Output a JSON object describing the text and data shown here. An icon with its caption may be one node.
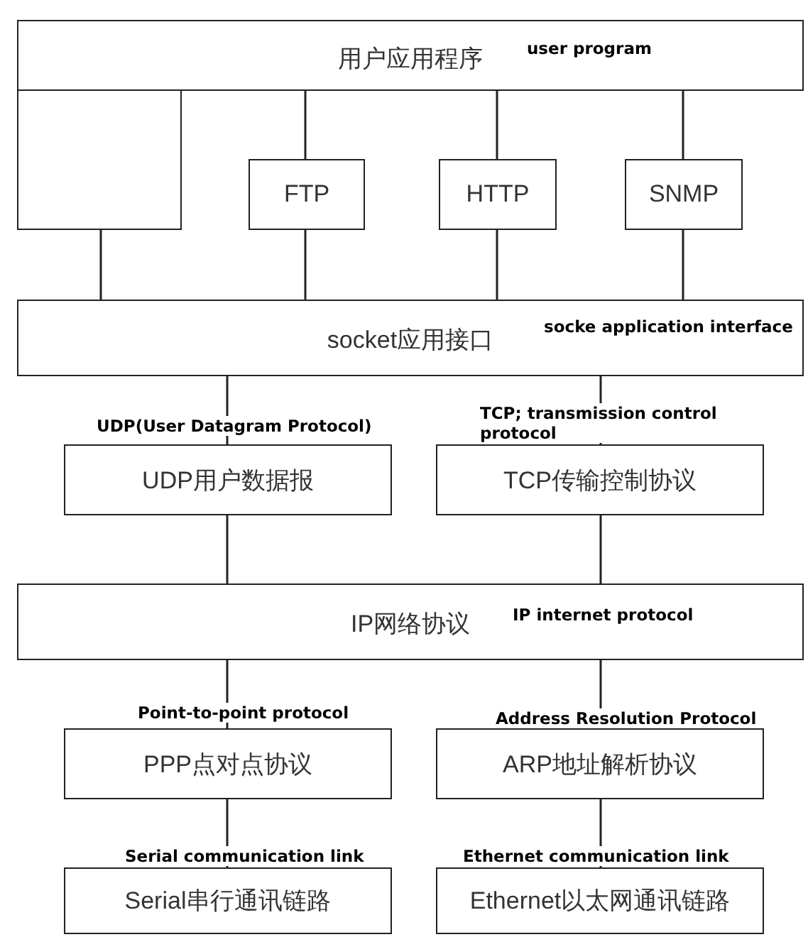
{
  "diagram": {
    "nodes": [
      {
        "text": [
          "用户应用程序",
          "user program"
        ]
      },
      {
        "text": [],
        "shape": "box"
      },
      {
        "text": [
          "FTP"
        ]
      },
      {
        "text": [
          "HTTP"
        ]
      },
      {
        "text": [
          "SNMP"
        ]
      },
      {
        "text": [
          "socket应用接口",
          "socke application interface"
        ]
      },
      {
        "text": [
          "UDP用户数据报"
        ],
        "beside": [
          "UDP(User Datagram Protocol)"
        ]
      },
      {
        "text": [
          "TCP传输控制协议"
        ],
        "beside": [
          "TCP; transmission control protocol"
        ]
      },
      {
        "text": [
          "IP网络协议",
          "IP internet protocol"
        ]
      },
      {
        "text": [
          "PPP点对点协议"
        ],
        "beside": [
          "Point-to-point protocol"
        ]
      },
      {
        "text": [
          "ARP地址解析协议"
        ],
        "beside": [
          "Address Resolution Protocol"
        ]
      },
      {
        "text": [
          "Serial串行通讯链路"
        ],
        "beside": [
          "Serial communication link"
        ]
      },
      {
        "text": [
          "Ethernet以太网通讯链路"
        ],
        "beside": [
          "Ethernet communication link"
        ]
      }
    ],
    "edges": [
      {
        "from": 1,
        "to": 5,
        "arrow": "none"
      },
      {
        "from": 0,
        "to": 2,
        "arrow": "none"
      },
      {
        "from": 2,
        "to": 5,
        "arrow": "none"
      },
      {
        "from": 0,
        "to": 3,
        "arrow": "none"
      },
      {
        "from": 3,
        "to": 5,
        "arrow": "none"
      },
      {
        "from": 0,
        "to": 4,
        "arrow": "none"
      },
      {
        "from": 4,
        "to": 5,
        "arrow": "none"
      },
      {
        "from": 5,
        "to": 6,
        "arrow": "none"
      },
      {
        "from": 5,
        "to": 7,
        "arrow": "none"
      },
      {
        "from": 6,
        "to": 8,
        "arrow": "none"
      },
      {
        "from": 7,
        "to": 8,
        "arrow": "none"
      },
      {
        "from": 8,
        "to": 9,
        "arrow": "none"
      },
      {
        "from": 8,
        "to": 10,
        "arrow": "none"
      },
      {
        "from": 9,
        "to": 11,
        "arrow": "none"
      },
      {
        "from": 10,
        "to": 12,
        "arrow": "none"
      }
    ]
  }
}
